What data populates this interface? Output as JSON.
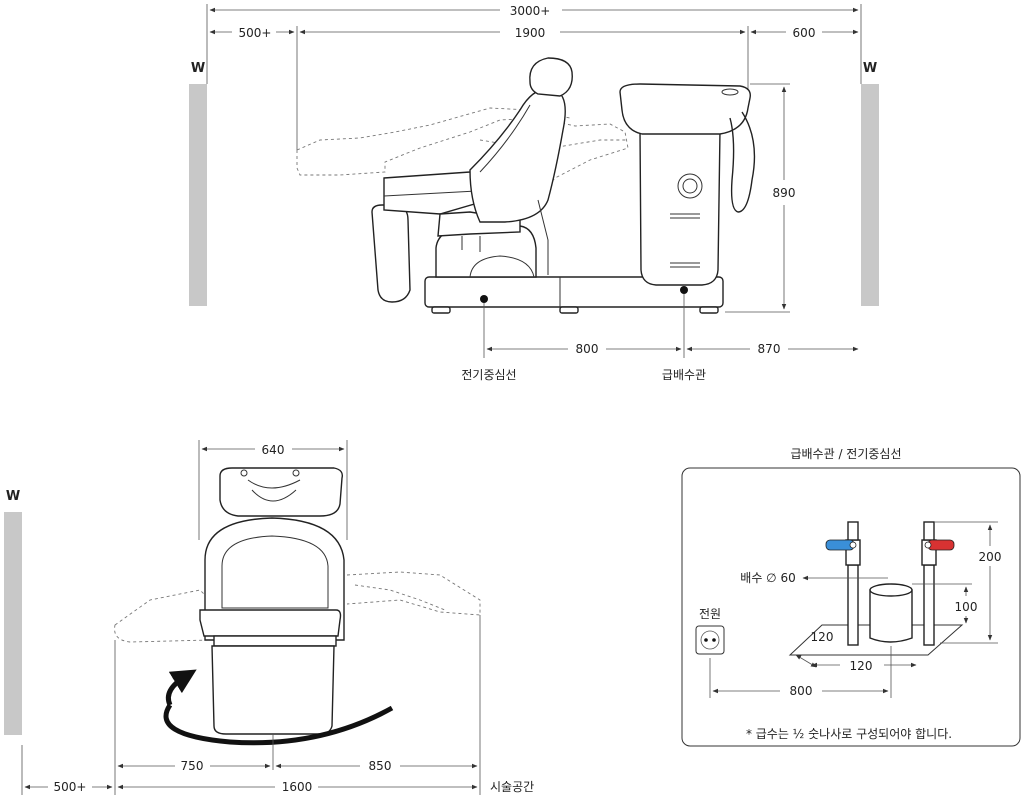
{
  "walls": {
    "label": "W"
  },
  "side_view": {
    "dim_total": "3000+",
    "dim_left": "500+",
    "dim_mid": "1900",
    "dim_right": "600",
    "dim_height": "890",
    "dim_bottom_mid": "800",
    "dim_bottom_right": "870",
    "label_power_center": "전기중심선",
    "label_pipe": "급배수관"
  },
  "top_view": {
    "dim_width": "640",
    "dim_left": "750",
    "dim_right": "850",
    "dim_wall": "500+",
    "dim_total": "1600",
    "label_service": "시술공간"
  },
  "detail": {
    "title": "급배수관 / 전기중심선",
    "power_label": "전원",
    "drain_label": "배수 ∅ 60",
    "dim_200": "200",
    "dim_100": "100",
    "dim_120_side": "120",
    "dim_120_bottom": "120",
    "dim_800": "800",
    "note": "* 급수는 ½ 숫나사로 구성되어야 합니다.",
    "colors": {
      "cold": "#3a8fd8",
      "hot": "#d83232"
    }
  }
}
